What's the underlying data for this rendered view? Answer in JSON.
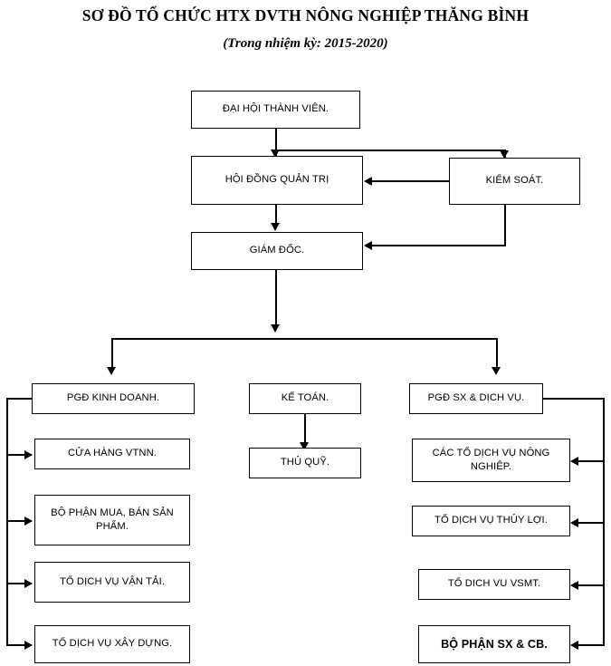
{
  "document": {
    "title_main": "SƠ ĐỒ TỔ CHỨC HTX DVTH NÔNG NGHIỆP THĂNG BÌNH",
    "title_sub": "(Trong nhiệm kỳ: 2015-2020)",
    "language": "vi",
    "colors": {
      "ink": "#000000",
      "paper": "#ffffff"
    }
  },
  "chart_data": {
    "type": "diagram",
    "diagram_kind": "organizational-chart",
    "title": "SƠ ĐỒ TỔ CHỨC HTX DVTH NÔNG NGHIỆP THĂNG BÌNH",
    "subtitle": "(Trong nhiệm kỳ: 2015-2020)",
    "nodes": [
      {
        "id": "dai-hoi",
        "label": "ĐẠI HỘI THÀNH VIÊN.",
        "level": 1,
        "column": "center"
      },
      {
        "id": "hoi-dong",
        "label": "HỘI ĐỒNG QUẢN TRỊ",
        "level": 2,
        "column": "center"
      },
      {
        "id": "kiem-soat",
        "label": "KIỂM SOÁT.",
        "level": 2,
        "column": "right"
      },
      {
        "id": "giam-doc",
        "label": "GIÁM ĐỐC.",
        "level": 3,
        "column": "center"
      },
      {
        "id": "pgd-kinh-doanh",
        "label": "PGĐ KINH DOANH.",
        "level": 4,
        "column": "left"
      },
      {
        "id": "ke-toan",
        "label": "KẾ TOÁN.",
        "level": 4,
        "column": "center"
      },
      {
        "id": "pgd-sx-dv",
        "label": "PGĐ SX & DỊCH VỤ.",
        "level": 4,
        "column": "right"
      },
      {
        "id": "cua-hang",
        "label": "CỬA HÀNG VTNN.",
        "level": 5,
        "column": "left"
      },
      {
        "id": "thu-quy",
        "label": "THỦ QUỸ.",
        "level": 5,
        "column": "center"
      },
      {
        "id": "to-nong-nghiep",
        "label": "CÁC TỔ DỊCH VỤ NÔNG NGHIÊP.",
        "level": 5,
        "column": "right"
      },
      {
        "id": "bo-phan-mua",
        "label": "BỘ PHẬN MUA, BÁN SẢN PHẨM.",
        "level": 6,
        "column": "left"
      },
      {
        "id": "thuy-loi",
        "label": "TỔ DỊCH VỤ THỦY LỢI.",
        "level": 6,
        "column": "right"
      },
      {
        "id": "van-tai",
        "label": "TỔ DỊCH VỤ VẬN TẢI.",
        "level": 7,
        "column": "left"
      },
      {
        "id": "vsmt",
        "label": "TỔ DICH VU VSMT.",
        "level": 7,
        "column": "right"
      },
      {
        "id": "xay-dung",
        "label": "TỔ DỊCH VỤ XÂY DỰNG.",
        "level": 8,
        "column": "left"
      },
      {
        "id": "sx-cb",
        "label": "BỘ PHẬN SX & CB.",
        "level": 8,
        "column": "right"
      }
    ],
    "edges": [
      {
        "from": "dai-hoi",
        "to": "hoi-dong",
        "style": "elbow-down",
        "arrow": "down"
      },
      {
        "from": "dai-hoi",
        "to": "kiem-soat",
        "style": "elbow-right-down",
        "arrow": "down"
      },
      {
        "from": "kiem-soat",
        "to": "hoi-dong",
        "style": "straight-left",
        "arrow": "left"
      },
      {
        "from": "kiem-soat",
        "to": "giam-doc",
        "style": "elbow-down-left",
        "arrow": "left"
      },
      {
        "from": "hoi-dong",
        "to": "giam-doc",
        "style": "straight-down",
        "arrow": "down"
      },
      {
        "from": "giam-doc",
        "to": "pgd-kinh-doanh",
        "style": "bus-down-left",
        "arrow": "down"
      },
      {
        "from": "giam-doc",
        "to": "ke-toan",
        "style": "straight-down",
        "arrow": "down"
      },
      {
        "from": "giam-doc",
        "to": "pgd-sx-dv",
        "style": "bus-down-right",
        "arrow": "down"
      },
      {
        "from": "pgd-kinh-doanh",
        "to": "cua-hang",
        "style": "rail-left",
        "arrow": "right"
      },
      {
        "from": "pgd-kinh-doanh",
        "to": "bo-phan-mua",
        "style": "rail-left",
        "arrow": "right"
      },
      {
        "from": "pgd-kinh-doanh",
        "to": "van-tai",
        "style": "rail-left",
        "arrow": "right"
      },
      {
        "from": "pgd-kinh-doanh",
        "to": "xay-dung",
        "style": "rail-left",
        "arrow": "right"
      },
      {
        "from": "ke-toan",
        "to": "thu-quy",
        "style": "straight-down",
        "arrow": "down"
      },
      {
        "from": "pgd-sx-dv",
        "to": "to-nong-nghiep",
        "style": "rail-right",
        "arrow": "left"
      },
      {
        "from": "pgd-sx-dv",
        "to": "thuy-loi",
        "style": "rail-right",
        "arrow": "left"
      },
      {
        "from": "pgd-sx-dv",
        "to": "vsmt",
        "style": "rail-right",
        "arrow": "left"
      },
      {
        "from": "pgd-sx-dv",
        "to": "sx-cb",
        "style": "rail-right",
        "arrow": "left"
      }
    ]
  }
}
